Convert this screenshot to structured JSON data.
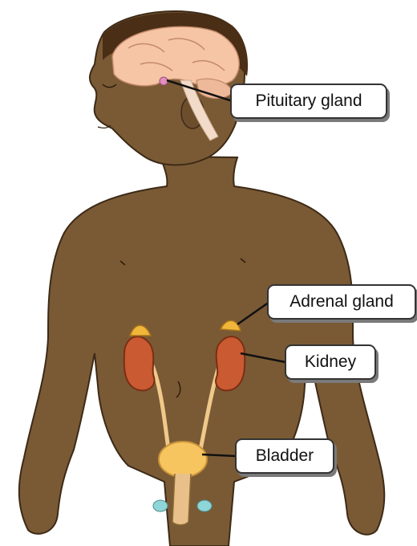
{
  "labels": {
    "pituitary_gland": "Pituitary gland",
    "adrenal_gland": "Adrenal gland",
    "kidney": "Kidney",
    "bladder": "Bladder"
  },
  "colors": {
    "skin": "#7a5a35",
    "skin_outline": "#3d2a17",
    "brain": "#f6c5a6",
    "hair": "#4a2e16",
    "kidney": "#c95a31",
    "adrenal": "#f1b53a",
    "bladder": "#f7c560",
    "ureter": "#f0c98a",
    "pituitary": "#e48fbd"
  }
}
